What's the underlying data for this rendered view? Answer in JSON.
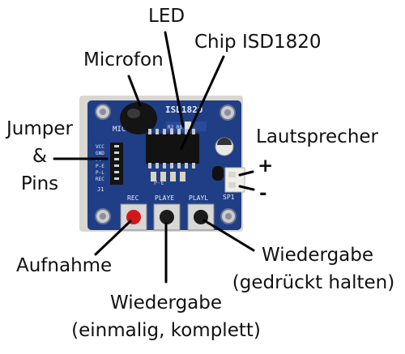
{
  "labels": {
    "led": "LED",
    "mic": "Microfon",
    "chip": "Chip ISD1820",
    "jumper_line1": "Jumper",
    "jumper_line2": "&",
    "jumper_line3": "Pins",
    "speaker": "Lautsprecher",
    "plus": "+",
    "minus": "-",
    "record": "Aufnahme",
    "play_hold_line1": "Wiedergabe",
    "play_hold_line2": "(gedrückt halten)",
    "play_once_line1": "Wiedergabe",
    "play_once_line2": "(einmalig, komplett)"
  },
  "board": {
    "title": "ISD1820",
    "mic_text": "MIC",
    "pin_labels": [
      "VCC",
      "GND",
      "FT",
      "P-E",
      "P-L",
      "REC"
    ],
    "header_text": "J1",
    "speaker_text": "SP1",
    "button_labels": [
      "REC",
      "PLAYE",
      "PLAYL"
    ],
    "side_text": "P-E",
    "pcb_color": "#1f3e86",
    "record_button_color": "#d01818"
  }
}
